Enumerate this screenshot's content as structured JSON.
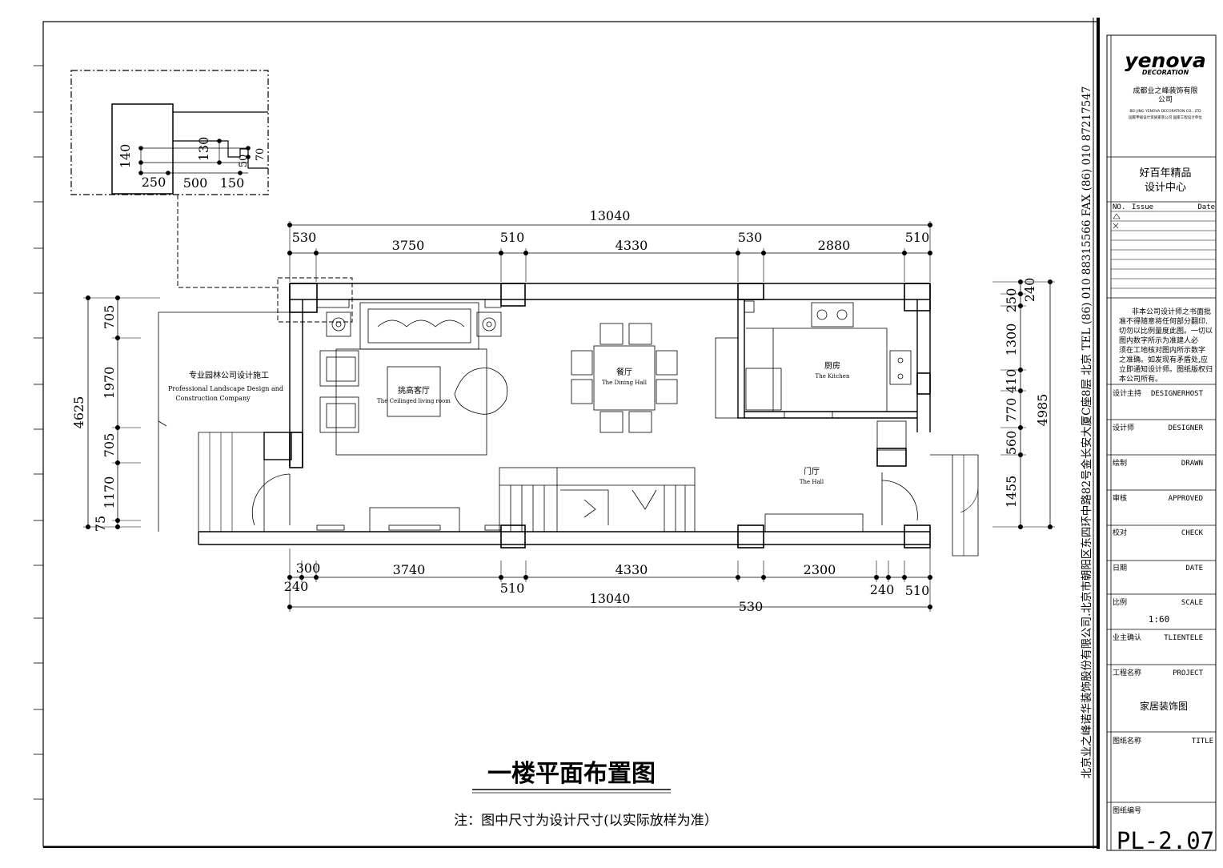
{
  "drawing": {
    "title": "一楼平面布置图",
    "note": "注：图中尺寸为设计尺寸(以实际放样为准）"
  },
  "detail": {
    "dims": [
      "140",
      "130",
      "50",
      "70",
      "250",
      "500",
      "150"
    ]
  },
  "dims_top": {
    "overall": "13040",
    "segments": [
      "530",
      "3750",
      "510",
      "4330",
      "530",
      "2880",
      "510"
    ]
  },
  "dims_bottom": {
    "upper": [
      "300",
      "3740",
      "4330",
      "2300"
    ],
    "lower": [
      "240",
      "510",
      "240",
      "510"
    ],
    "overall": "13040",
    "extra": "530"
  },
  "dims_left": {
    "overall": "4625",
    "segments": [
      "705",
      "1970",
      "705",
      "1170",
      "75"
    ]
  },
  "dims_right": {
    "overall": "4985",
    "segments": [
      "250",
      "240",
      "1300",
      "410",
      "770",
      "560",
      "1455"
    ]
  },
  "rooms": {
    "landscape_cn": "专业园林公司设计施工",
    "landscape_en1": "Professional Landscape Design and",
    "landscape_en2": "Construction Company",
    "living_cn": "挑高客厅",
    "living_en": "The Ceilinged living room",
    "dining_cn": "餐厅",
    "dining_en": "The Dining Hall",
    "kitchen_cn": "厨房",
    "kitchen_en": "The Kitchen",
    "hall_cn": "门厅",
    "hall_en": "The Hall"
  },
  "side_text": "北京业之峰诺华装饰股份有限公司.北京市朝阳区东四环中路82号金长安大厦C座8层   北京  TEL (86) 010 88315566   FAX (86) 010 87217547",
  "title_block": {
    "logo": "yenova",
    "logo_sub": "DECORATION",
    "company1": "成都业之峰装饰有限",
    "company2": "公司",
    "company_en": "BEI JING YENOVA DECORATION CO., LTD",
    "company_small": "国家甲级设计资质家装公司  国家工程设计单位",
    "center1": "好百年精品",
    "center2": "设计中心",
    "issue_no": "NO.",
    "issue": "Issue",
    "issue_date": "Date",
    "disclaimer": [
      "非本公司设计师之书面批",
      "准不得随意将任何部分翻印.",
      "切勿以比例量度此图。一切以",
      "图内数字所示为准建人必",
      "须在工地核对图内所示数字",
      "之准确。如发现有矛盾处,应",
      "立即通知设计师。图纸版权归",
      "本公司所有。"
    ],
    "rows": [
      {
        "cn": "设计主持",
        "en": "DESIGNERHOST"
      },
      {
        "cn": "设计师",
        "en": "DESIGNER"
      },
      {
        "cn": "绘制",
        "en": "DRAWN"
      },
      {
        "cn": "审核",
        "en": "APPROVED"
      },
      {
        "cn": "校对",
        "en": "CHECK"
      },
      {
        "cn": "日期",
        "en": "DATE"
      },
      {
        "cn": "比例",
        "en": "SCALE"
      },
      {
        "cn": "业主确认",
        "en": "TLIENTELE"
      },
      {
        "cn": "工程名称",
        "en": "PROJECT"
      }
    ],
    "scale": "1:60",
    "project": "家居装饰图",
    "title_cn": "图纸名称",
    "title_en": "TITLE",
    "drawing_no_cn": "图纸编号",
    "drawing_no": "PL-2.07"
  }
}
